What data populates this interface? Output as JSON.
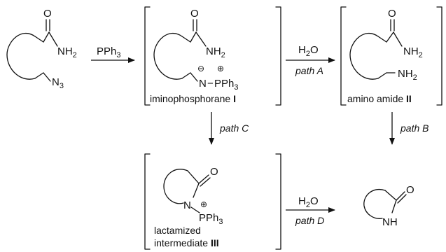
{
  "reagents": {
    "pph3": "PPh",
    "pph3_sub": "3",
    "water": "H",
    "water_sub": "2",
    "water_o": "O"
  },
  "paths": {
    "a": "path A",
    "b": "path B",
    "c": "path C",
    "d": "path D"
  },
  "atoms": {
    "o": "O",
    "nh": "NH",
    "nh_sub": "2",
    "n": "N",
    "n3": "N",
    "n3_sub": "3",
    "p": "PPh",
    "p_sub": "3",
    "nh_lactam": "NH",
    "minus": "⊖",
    "plus": "⊕",
    "dash": "−"
  },
  "labels": {
    "iminophosphorane": "iminophosphorane ",
    "iminophosphorane_num": "I",
    "amino_amide": "amino amide ",
    "amino_amide_num": "II",
    "lactamized": "lactamized",
    "intermediate": "intermediate ",
    "intermediate_num": "III"
  }
}
